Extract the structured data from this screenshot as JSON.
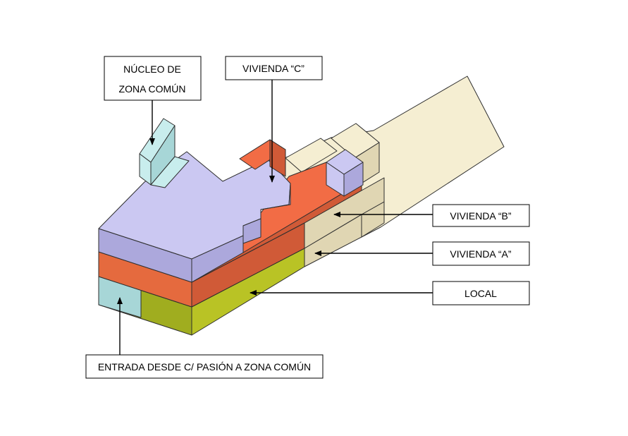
{
  "labels": {
    "nucleo_line1": "NÚCLEO DE",
    "nucleo_line2": "ZONA COMÚN",
    "vivienda_c": "VIVIENDA “C”",
    "vivienda_b": "VIVIENDA “B”",
    "vivienda_a": "VIVIENDA “A”",
    "local": "LOCAL",
    "entrada": "ENTRADA DESDE C/ PASIÓN A ZONA COMÚN"
  },
  "colors": {
    "vivienda_c_lilac_top": "#cbc8f2",
    "vivienda_c_lilac_side": "#aca8dc",
    "vivienda_b_orange_top": "#f26c45",
    "vivienda_b_orange_side": "#d05a37",
    "vivienda_a_yellow_side": "#a8b524",
    "local_olive_side": "#b9c325",
    "local_olive_front": "#a0ad1f",
    "nucleo_cyan_top": "#c8eded",
    "nucleo_cyan_side": "#a7d6d7",
    "neighbor_beige_top": "#f5eed2",
    "neighbor_beige_side": "#e0d6b3"
  }
}
